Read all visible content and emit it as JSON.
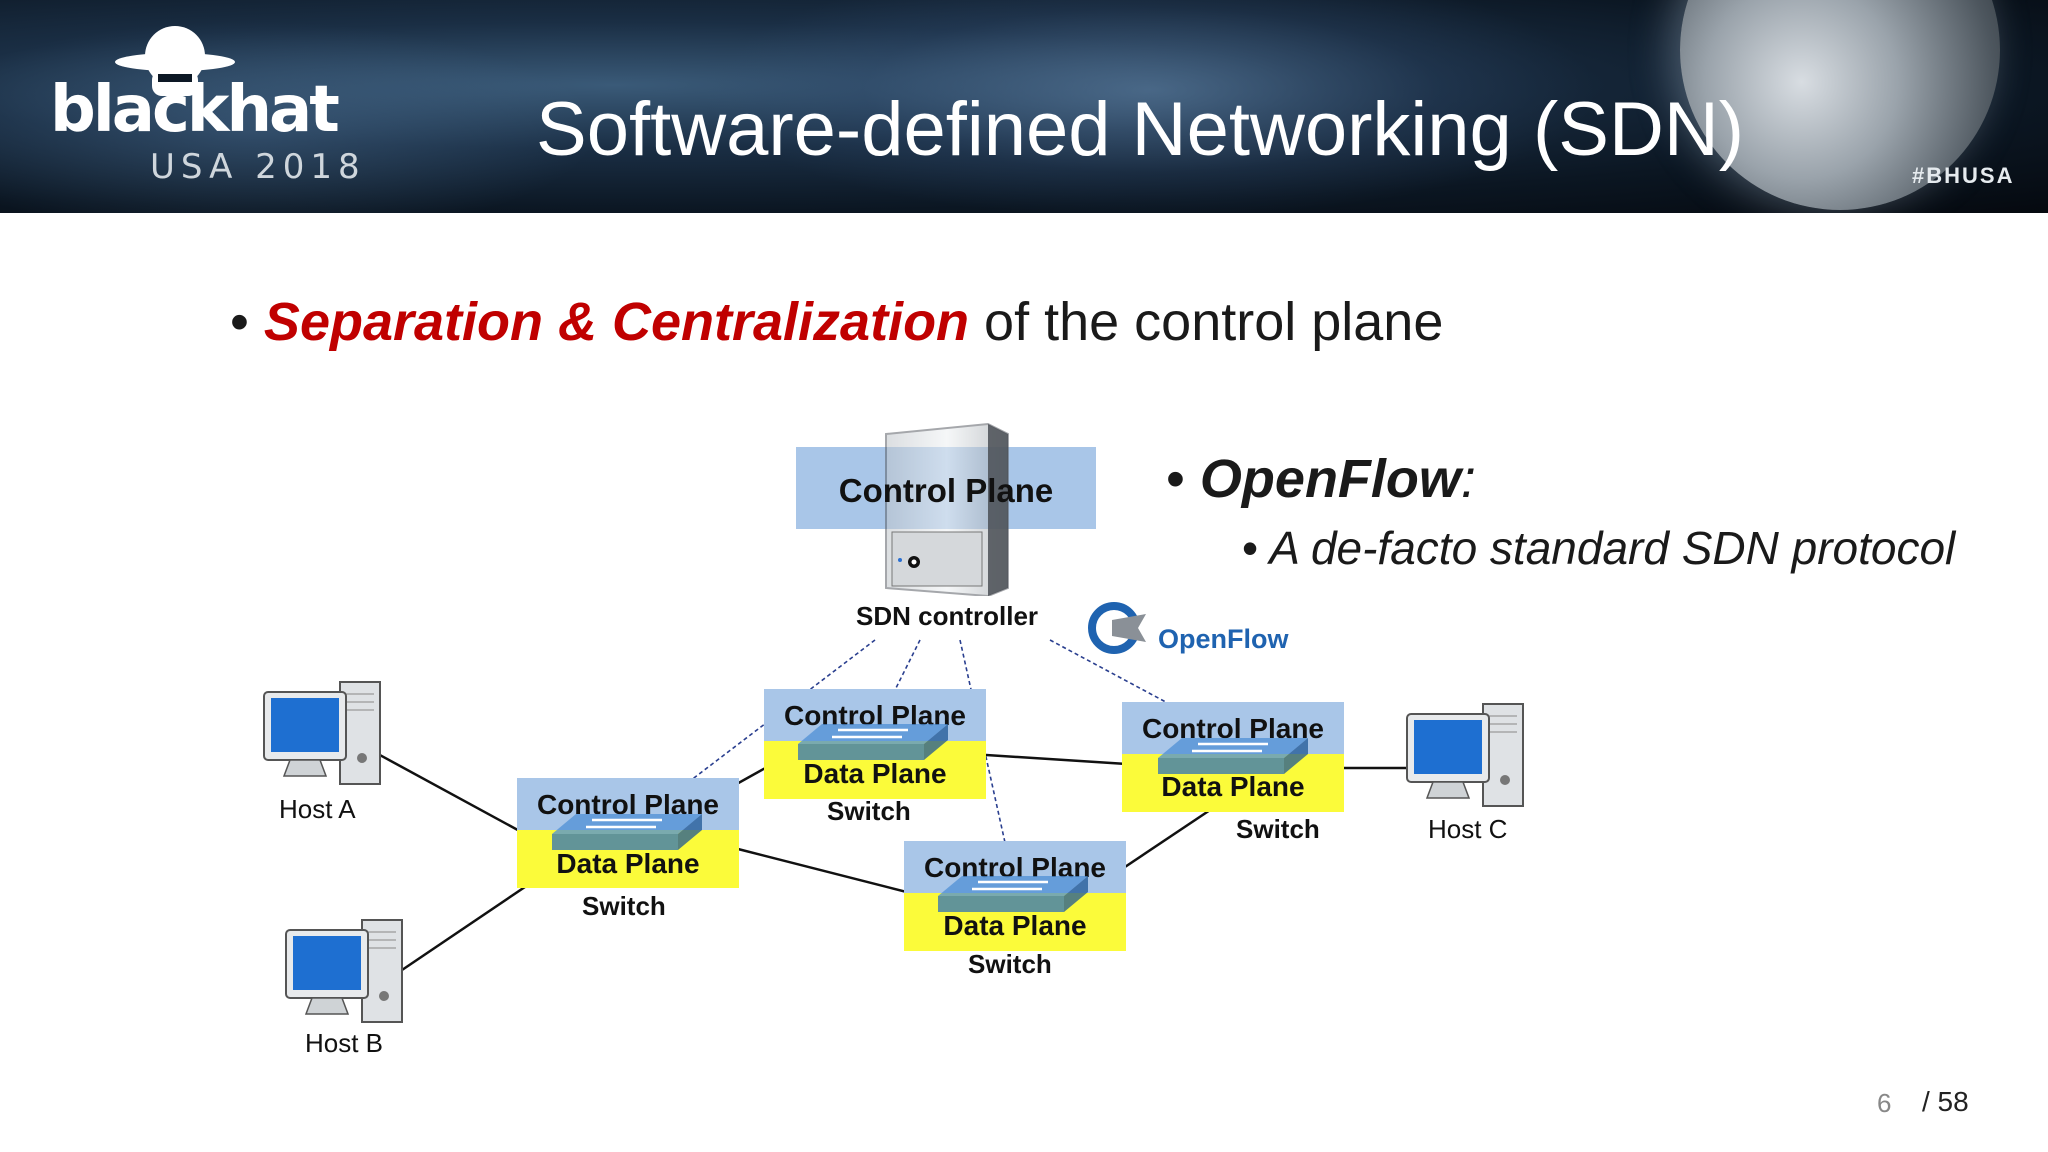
{
  "header": {
    "logo_black": "blackhat",
    "logo_usa": "USA 2018",
    "title": "Software-defined Networking (SDN)",
    "hashtag": "#BHUSA"
  },
  "bullets": {
    "b1_emphasis": "Separation & Centralization",
    "b1_rest": " of the control plane",
    "b2_emphasis": "OpenFlow",
    "b2_colon": ":",
    "b3": "A de-facto standard SDN protocol",
    "bullet_symbol": "•"
  },
  "diagram": {
    "controller": {
      "plane_label": "Control Plane",
      "caption": "SDN controller"
    },
    "openflow_logo": "OpenFlow",
    "control_plane_label": "Control Plane",
    "data_plane_label": "Data Plane",
    "switch_label": "Switch",
    "hosts": {
      "a": "Host A",
      "b": "Host B",
      "c": "Host C"
    },
    "colors": {
      "control_plane": "#a9c6e8",
      "data_plane": "#fbfb3a",
      "switch": "#2f72b8",
      "monitor": "#1e6fd1"
    }
  },
  "footer": {
    "page": "6",
    "total": "/ 58"
  }
}
